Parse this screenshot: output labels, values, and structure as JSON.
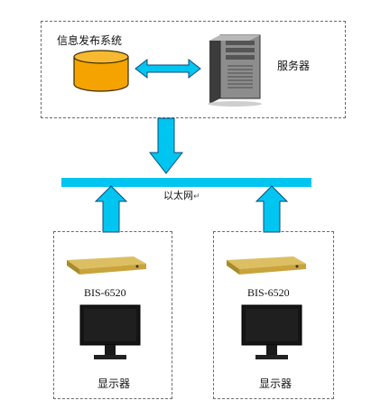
{
  "diagram": {
    "top_group": {
      "db_label": "信息发布系统",
      "server_label": "服务器"
    },
    "network_label": "以太网",
    "network_label_mark": "↵",
    "clients": [
      {
        "device_label": "BIS-6520",
        "display_label": "显示器"
      },
      {
        "device_label": "BIS-6520",
        "display_label": "显示器"
      }
    ],
    "colors": {
      "arrow_cyan": "#00c5f0",
      "database_orange": "#f4a300",
      "device_gold": "#c9a43c"
    }
  }
}
